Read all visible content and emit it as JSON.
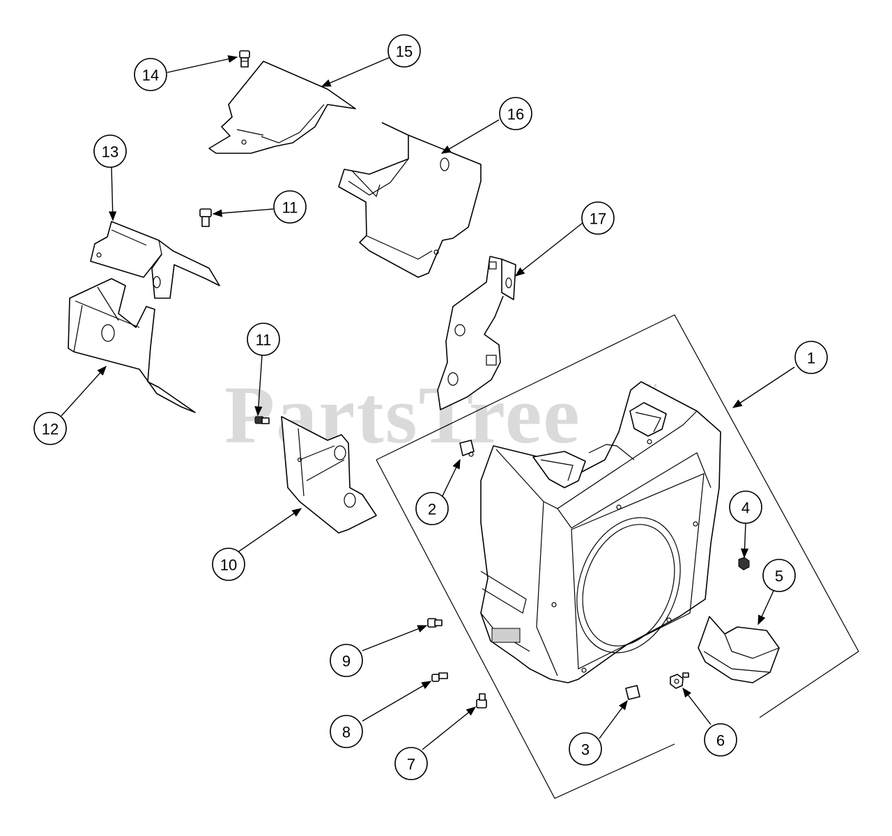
{
  "watermark": {
    "text": "PartsTree",
    "mark": "TM"
  },
  "callouts": [
    "1",
    "2",
    "3",
    "4",
    "5",
    "6",
    "7",
    "8",
    "9",
    "10",
    "11",
    "11",
    "12",
    "13",
    "14",
    "15",
    "16",
    "17"
  ]
}
